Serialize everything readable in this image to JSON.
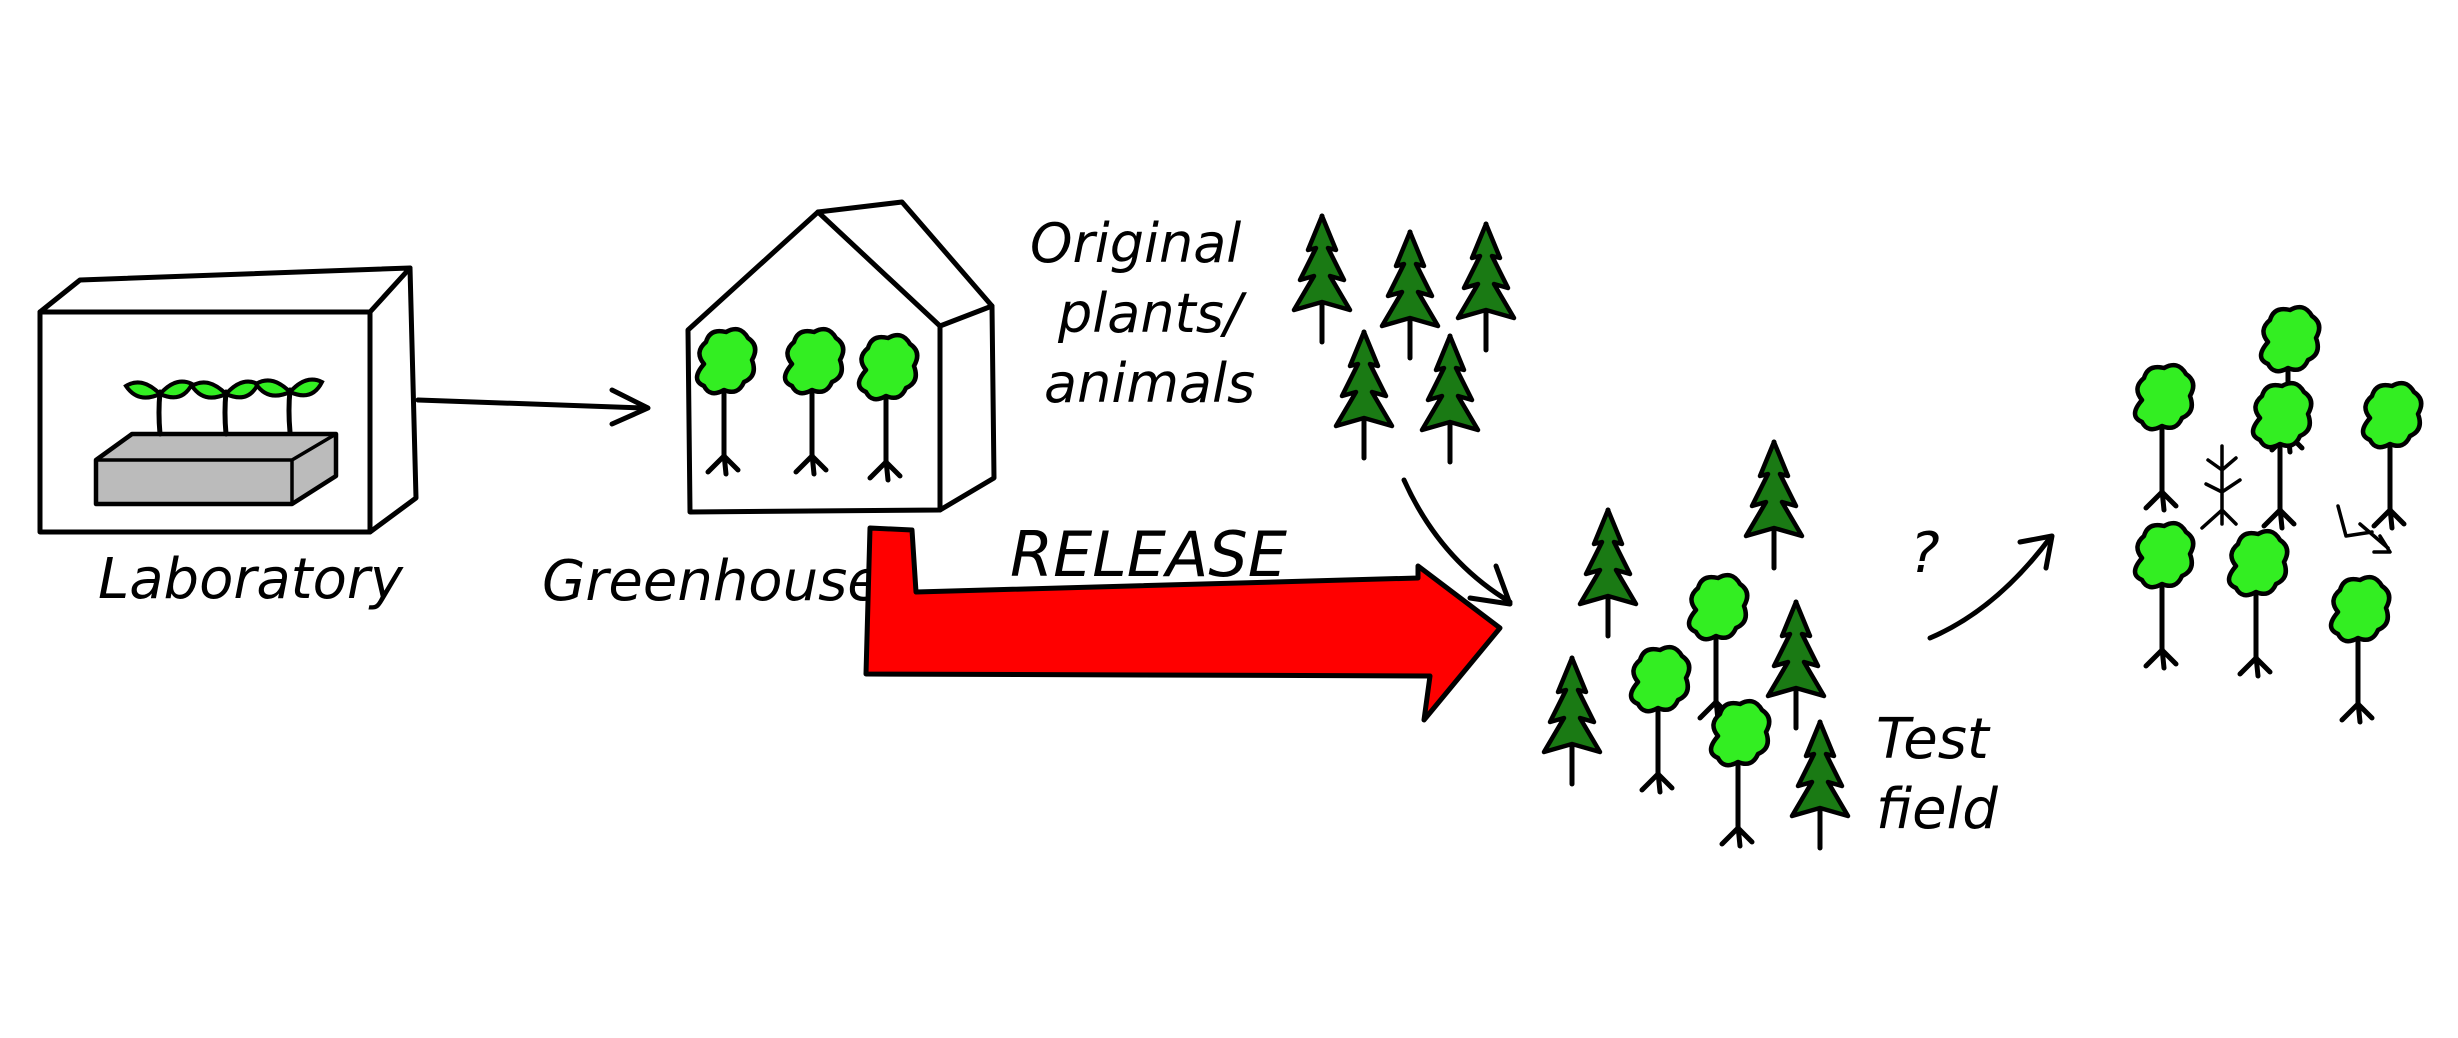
{
  "diagram": {
    "labels": {
      "laboratory": "Laboratory",
      "greenhouse": "Greenhouse",
      "original": [
        "Original",
        "plants/",
        "animals"
      ],
      "release": "RELEASE",
      "test_field": [
        "Test",
        "field"
      ],
      "question": "?"
    },
    "colors": {
      "leaf_light": "#33ee22",
      "leaf_dark": "#1a7a14",
      "release_arrow": "#ff0000",
      "tray": "#bbbbbb",
      "ink": "#000000"
    },
    "icons": {
      "laboratory": "lab-box-icon",
      "greenhouse": "greenhouse-icon",
      "conifer": "conifer-tree-icon",
      "deciduous": "deciduous-tree-icon",
      "seedling": "seedling-icon",
      "release_arrow": "red-release-arrow-icon"
    }
  }
}
